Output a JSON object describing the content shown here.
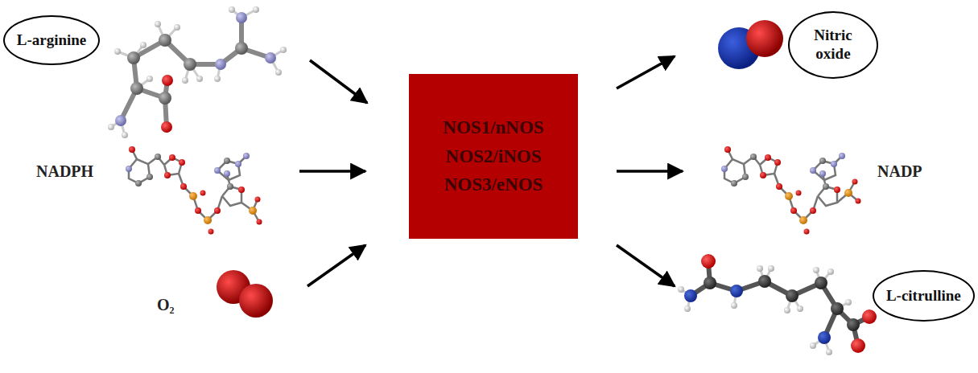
{
  "diagram": {
    "nodes": [
      {
        "text": [
          "L-arginine"
        ]
      },
      {
        "text": [
          "NOS1/nNOS",
          "NOS2/iNOS",
          "NOS3/eNOS"
        ]
      },
      {
        "text": [
          "Nitric oxide"
        ]
      },
      {
        "text": [
          "L-citrulline"
        ]
      }
    ],
    "edges": [
      {
        "from": 0,
        "to": 1,
        "arrow": "to"
      },
      {
        "from": 1,
        "to": 2,
        "arrow": "to"
      },
      {
        "from": 1,
        "to": 3,
        "arrow": "to"
      }
    ],
    "labels": [
      "NADPH",
      "O₂",
      "NADP"
    ]
  }
}
